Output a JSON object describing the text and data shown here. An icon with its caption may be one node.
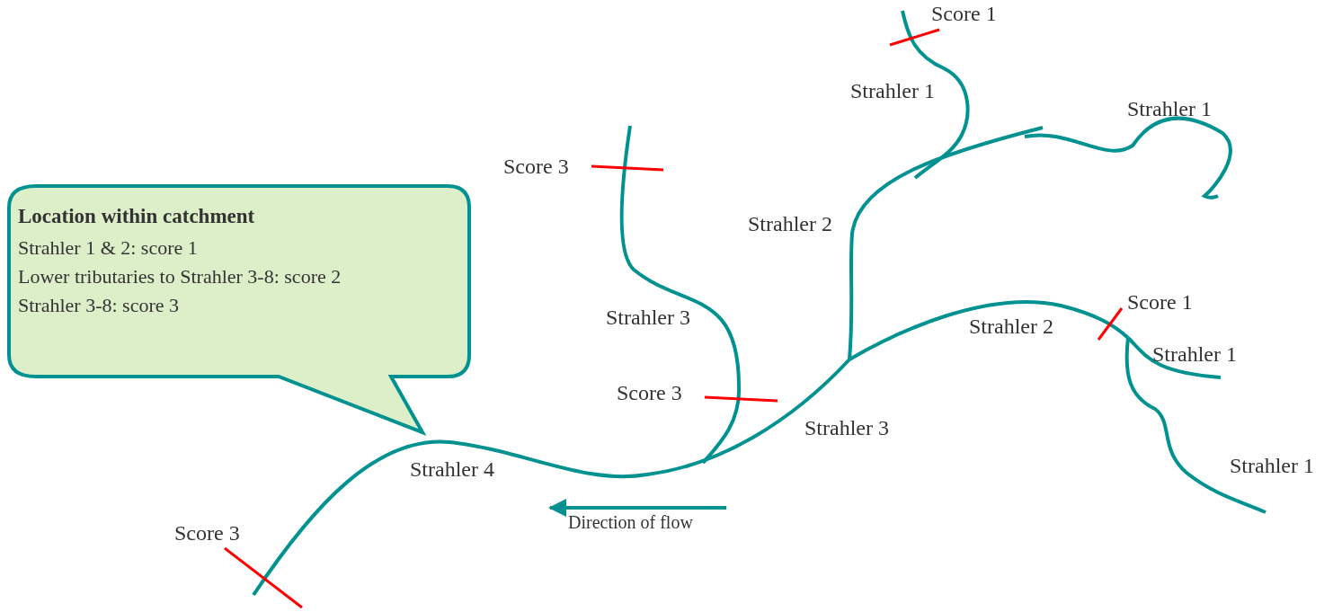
{
  "diagram": {
    "nodes": [
      {
        "text": [
          "Location within catchment",
          "Strahler 1 & 2: score 1",
          "Lower tributaries to Strahler 3-8: score 2",
          "Strahler 3-8: score 3"
        ]
      }
    ],
    "labels": [
      "Score 1",
      "Strahler 1",
      "Strahler 1",
      "Score 3",
      "Strahler 2",
      "Strahler 3",
      "Score 1",
      "Strahler 2",
      "Strahler 1",
      "Score 3",
      "Strahler 3",
      "Strahler 1",
      "Strahler 4",
      "Direction of flow",
      "Score 3"
    ]
  }
}
